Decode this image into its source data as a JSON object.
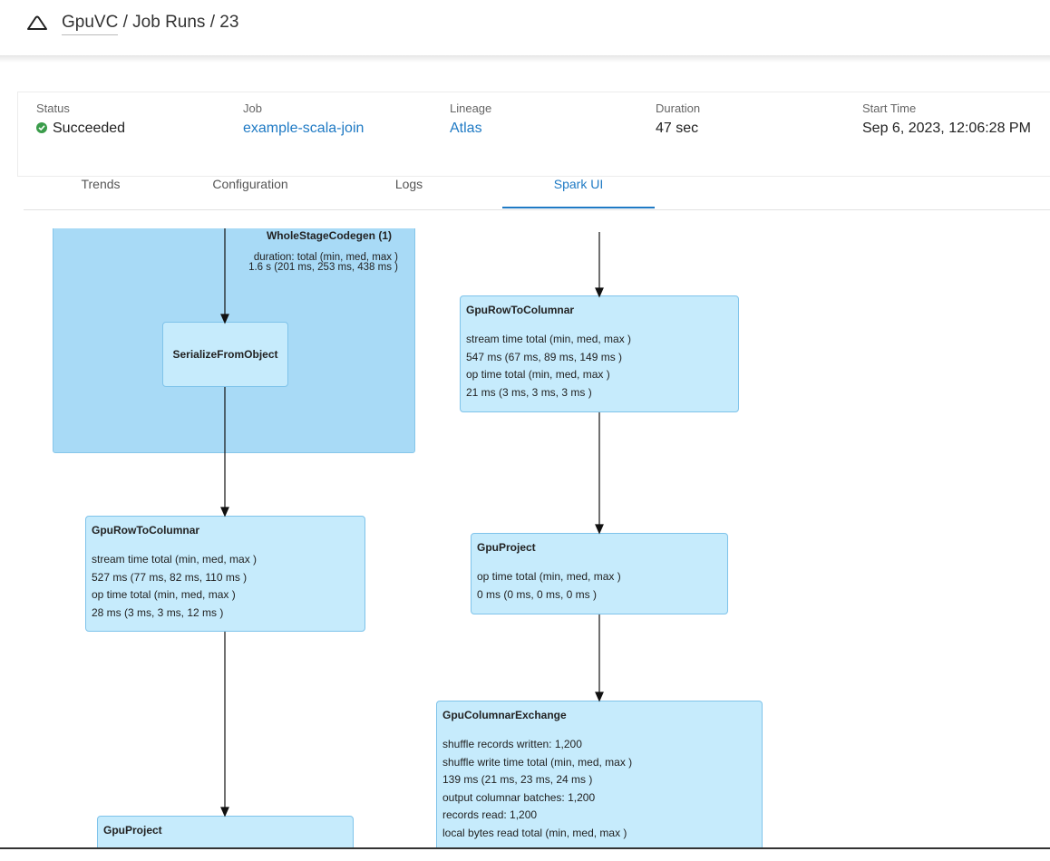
{
  "breadcrumb": {
    "root": "GpuVC",
    "sep1": " / ",
    "section": "Job Runs",
    "sep2": " / ",
    "run": "23"
  },
  "summary": {
    "status": {
      "label": "Status",
      "value": "Succeeded"
    },
    "job": {
      "label": "Job",
      "value": "example-scala-join"
    },
    "lineage": {
      "label": "Lineage",
      "value": "Atlas"
    },
    "duration": {
      "label": "Duration",
      "value": "47 sec"
    },
    "start": {
      "label": "Start Time",
      "value": "Sep 6, 2023, 12:06:28 PM"
    }
  },
  "tabs": [
    "Trends",
    "Configuration",
    "Logs",
    "Spark UI"
  ],
  "active_tab": "Spark UI",
  "colors": {
    "accent": "#1f7ac4",
    "node_fill": "#c6ebfc",
    "cluster_fill": "#a8daf6",
    "success": "#3a9c4a"
  },
  "diagram": {
    "cluster": {
      "title": "WholeStageCodegen (1)",
      "line1": "duration: total (min, med, max )",
      "line2": "1.6 s (201 ms, 253 ms, 438 ms )"
    },
    "serialize": {
      "title": "SerializeFromObject"
    },
    "left_row_to_columnar": {
      "title": "GpuRowToColumnar",
      "lines": [
        "stream time total (min, med, max )",
        "527 ms (77 ms, 82 ms, 110 ms )",
        "op time total (min, med, max )",
        "28 ms (3 ms, 3 ms, 12 ms )"
      ]
    },
    "left_project": {
      "title": "GpuProject"
    },
    "right_row_to_columnar": {
      "title": "GpuRowToColumnar",
      "lines": [
        "stream time total (min, med, max )",
        "547 ms (67 ms, 89 ms, 149 ms )",
        "op time total (min, med, max )",
        "21 ms (3 ms, 3 ms, 3 ms )"
      ]
    },
    "right_project": {
      "title": "GpuProject",
      "lines": [
        "op time total (min, med, max )",
        "0 ms (0 ms, 0 ms, 0 ms )"
      ]
    },
    "exchange": {
      "title": "GpuColumnarExchange",
      "lines": [
        "shuffle records written: 1,200",
        "shuffle write time total (min, med, max )",
        "139 ms (21 ms, 23 ms, 24 ms )",
        "output columnar batches: 1,200",
        "records read: 1,200",
        "local bytes read total (min, med, max )"
      ]
    }
  }
}
